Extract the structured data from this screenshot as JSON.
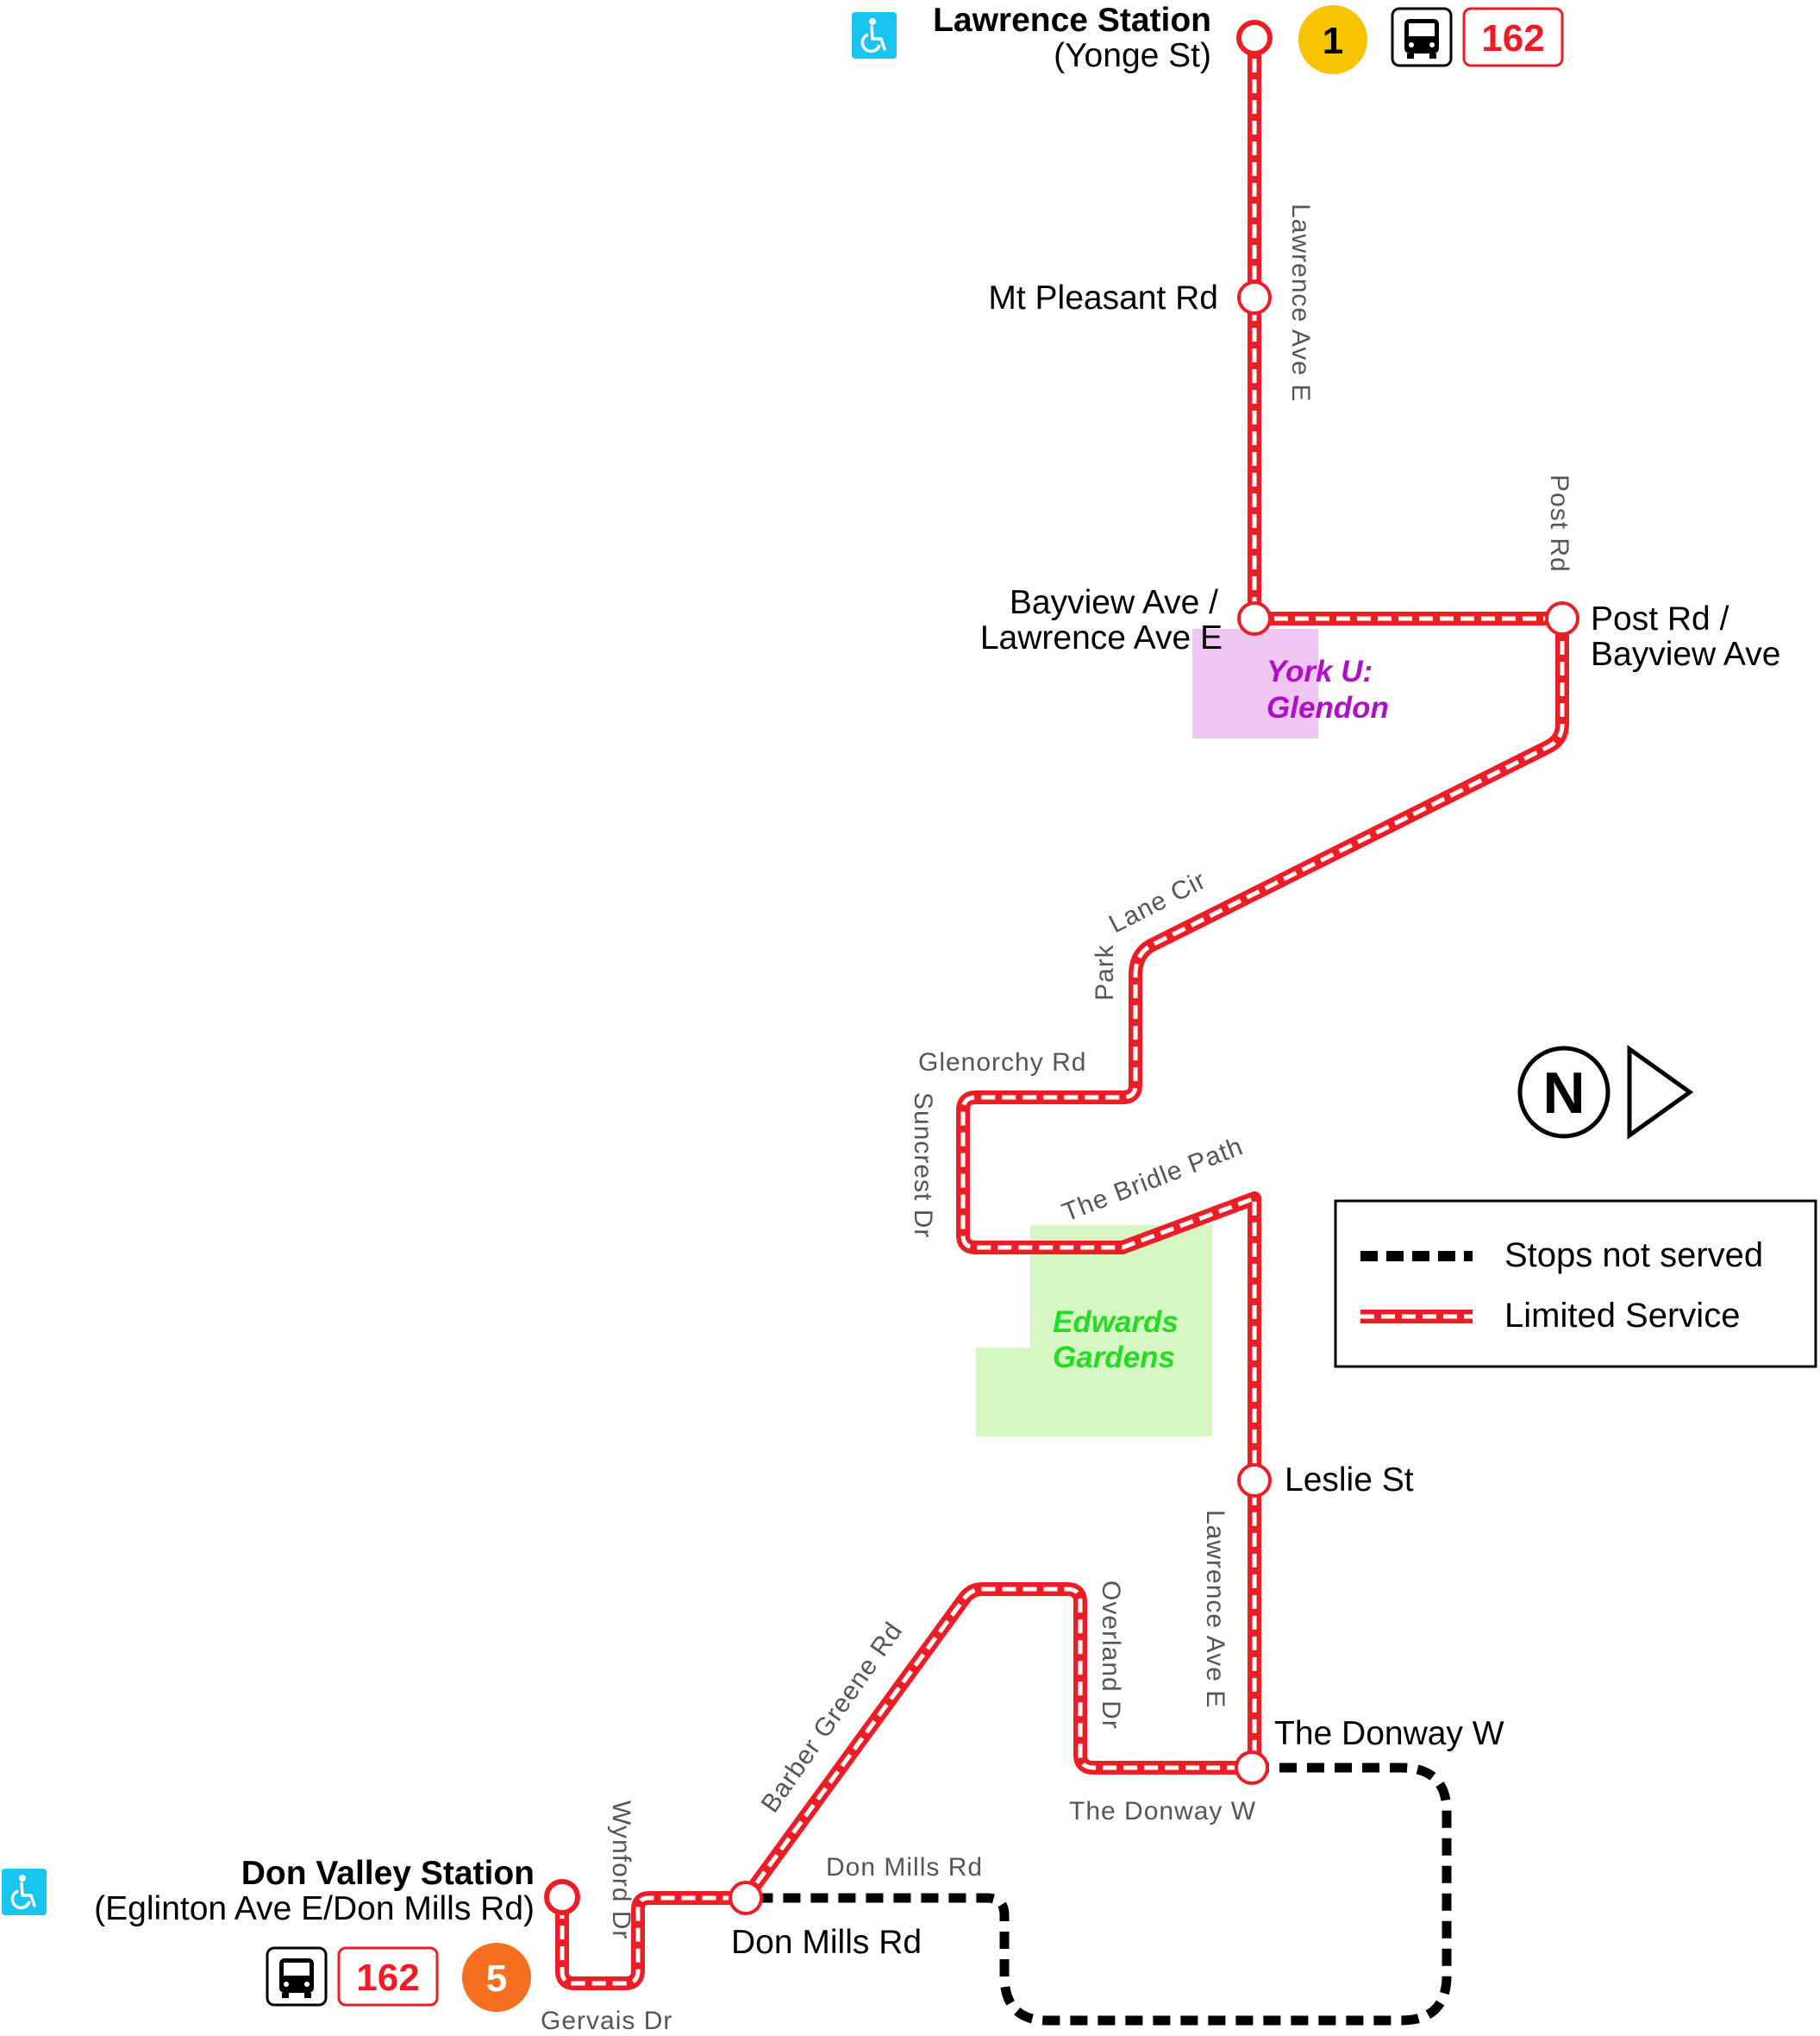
{
  "route": {
    "color": "#ee1c25",
    "dash_color": "#ffffff",
    "not_served_color": "#000000"
  },
  "terminals": {
    "north": {
      "name": "Lawrence Station",
      "sub": "(Yonge St)",
      "line_number": "1",
      "line_color": "#f8c300",
      "route_number": "162",
      "accessible_icon": "wheelchair-icon",
      "bus_icon": "bus-icon"
    },
    "south": {
      "name": "Don Valley Station",
      "sub": "(Eglinton Ave E/Don Mills Rd)",
      "line_number": "5",
      "line_color": "#f37021",
      "route_number": "162",
      "accessible_icon": "wheelchair-icon",
      "bus_icon": "bus-icon"
    }
  },
  "stops": {
    "mt_pleasant": "Mt Pleasant Rd",
    "bayview_1": "Bayview Ave /",
    "bayview_2": "Lawrence Ave E",
    "post_1": "Post Rd /",
    "post_2": "Bayview Ave",
    "leslie": "Leslie St",
    "donway": "The Donway W",
    "don_mills": "Don Mills Rd"
  },
  "streets": {
    "lawrence_top": "Lawrence Ave E",
    "post_rd": "Post Rd",
    "park": "Park",
    "lane_cir": "Lane Cir",
    "glenorchy": "Glenorchy Rd",
    "suncrest": "Suncrest Dr",
    "bridle_path": "The Bridle Path",
    "lawrence_bottom": "Lawrence Ave E",
    "overland": "Overland Dr",
    "donway_street": "The Donway W",
    "barber_greene": "Barber Greene Rd",
    "don_mills_street": "Don Mills Rd",
    "wynford": "Wynford Dr",
    "gervais": "Gervais Dr"
  },
  "places": {
    "york_1": "York U:",
    "york_2": "Glendon",
    "york_color": "#b10dc9",
    "york_fill": "#efc6f2",
    "edwards_1": "Edwards",
    "edwards_2": "Gardens",
    "edwards_color": "#22dd22",
    "edwards_fill": "#d6f7c4"
  },
  "compass": {
    "letter": "N",
    "icon": "north-arrow-icon"
  },
  "legend": {
    "not_served": "Stops not served",
    "limited": "Limited Service"
  }
}
